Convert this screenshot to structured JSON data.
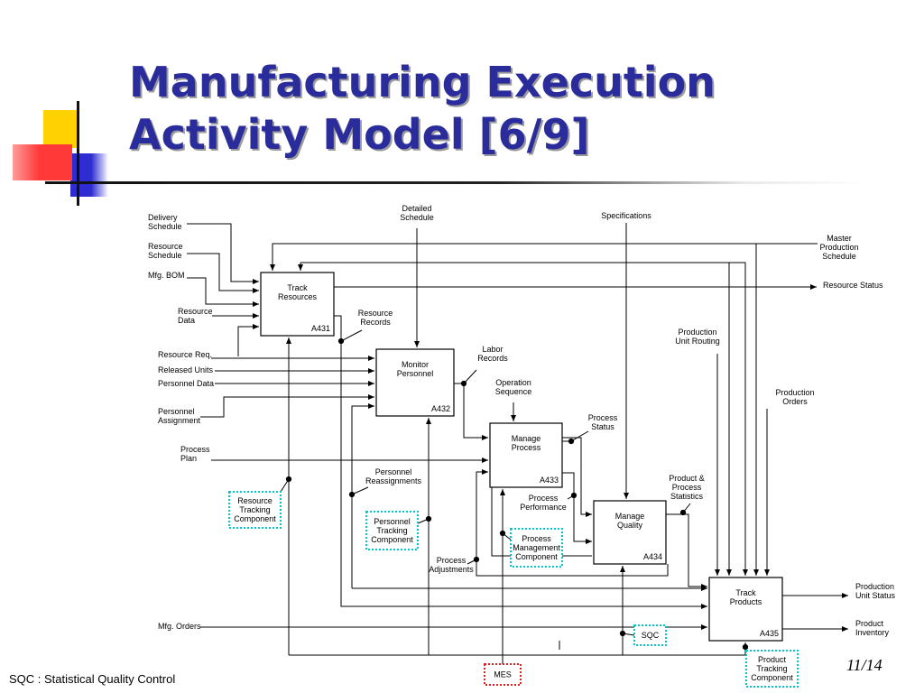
{
  "slide": {
    "title_line1": "Manufacturing Execution",
    "title_line2": "Activity Model [6/9]",
    "footnote": "SQC : Statistical Quality Control",
    "page": "11/14"
  },
  "colors": {
    "title": "#2b2c9c",
    "deco_yellow": "#ffd200",
    "deco_red": "#ff3838",
    "deco_blue": "#2d2dd2",
    "component_border": "#00c8c8",
    "mes_border": "#e02020"
  },
  "activities": [
    {
      "name": "Track\nResources",
      "code": "A431"
    },
    {
      "name": "Monitor\nPersonnel",
      "code": "A432"
    },
    {
      "name": "Manage\nProcess",
      "code": "A433"
    },
    {
      "name": "Manage\nQuality",
      "code": "A434"
    },
    {
      "name": "Track\nProducts",
      "code": "A435"
    }
  ],
  "inputs": {
    "delivery_schedule": "Delivery\nSchedule",
    "resource_schedule": "Resource\nSchedule",
    "mfg_bom": "Mfg. BOM",
    "resource_data": "Resource\nData",
    "resource_req": "Resource Req.",
    "released_units": "Released Units",
    "personnel_data": "Personnel Data",
    "personnel_assignment": "Personnel\nAssignment",
    "process_plan": "Process\nPlan",
    "mfg_orders": "Mfg. Orders"
  },
  "controls": {
    "detailed_schedule": "Detailed\nSchedule",
    "specifications": "Specifications",
    "master_production_schedule": "Master\nProduction\nSchedule",
    "production_unit_routing": "Production\nUnit Routing",
    "production_orders": "Production\nOrders",
    "operation_sequence": "Operation\nSequence"
  },
  "flows": {
    "resource_records": "Resource\nRecords",
    "labor_records": "Labor\nRecords",
    "process_status": "Process\nStatus",
    "personnel_reassignments": "Personnel\nReassignments",
    "process_performance": "Process\nPerformance",
    "product_process_statistics": "Product &\nProcess\nStatistics",
    "process_adjustments": "Process\nAdjustments"
  },
  "outputs": {
    "resource_status": "Resource Status",
    "production_unit_status": "Production\nUnit Status",
    "product_inventory": "Product\nInventory"
  },
  "components": {
    "resource_tracking": "Resource\nTracking\nComponent",
    "personnel_tracking": "Personnel\nTracking\nComponent",
    "process_management": "Process\nManagement\nComponent",
    "sqc": "SQC",
    "product_tracking": "Product\nTracking\nComponent",
    "mes": "MES"
  }
}
